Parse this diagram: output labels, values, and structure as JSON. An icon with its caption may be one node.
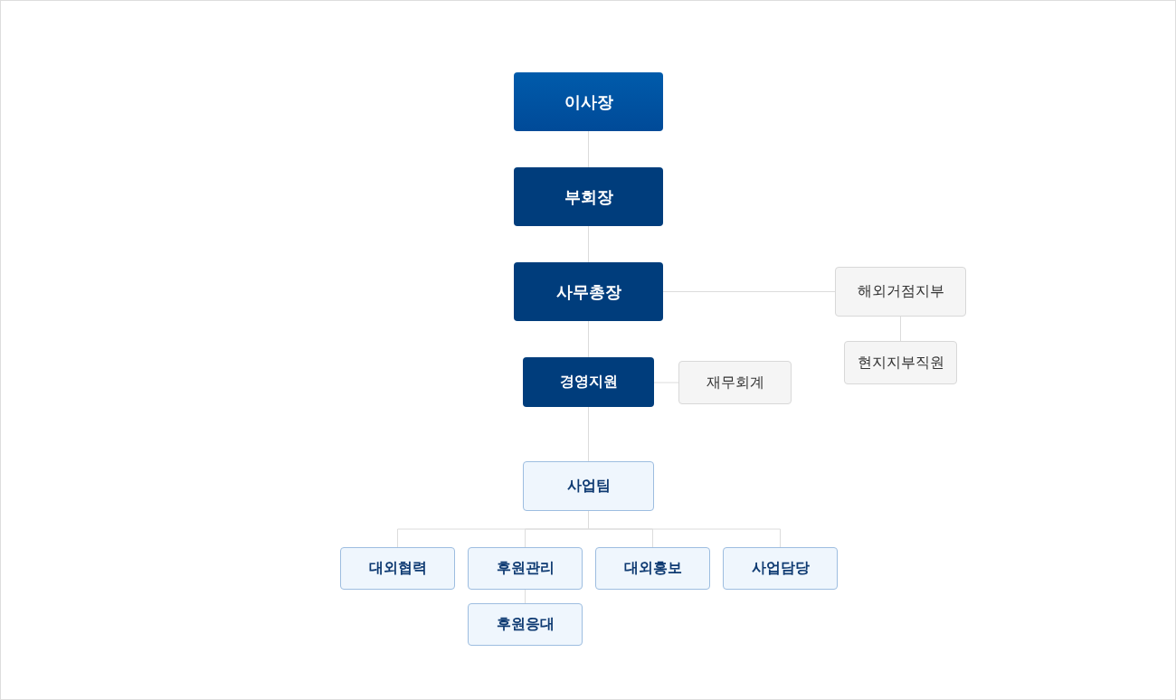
{
  "diagram": {
    "nodes": [
      {
        "text": [
          "이사장"
        ]
      },
      {
        "text": [
          "부회장"
        ]
      },
      {
        "text": [
          "사무총장"
        ]
      },
      {
        "text": [
          "해외거점지부"
        ]
      },
      {
        "text": [
          "현지지부직원"
        ]
      },
      {
        "text": [
          "경영지원"
        ]
      },
      {
        "text": [
          "재무회계"
        ]
      },
      {
        "text": [
          "사업팀"
        ]
      },
      {
        "text": [
          "대외협력"
        ]
      },
      {
        "text": [
          "후원관리"
        ]
      },
      {
        "text": [
          "대외홍보"
        ]
      },
      {
        "text": [
          "사업담당"
        ]
      },
      {
        "text": [
          "후원응대"
        ]
      }
    ],
    "edges": [
      {
        "from": 0,
        "to": 1,
        "arrow": "none"
      },
      {
        "from": 1,
        "to": 2,
        "arrow": "none"
      },
      {
        "from": 2,
        "to": 3,
        "arrow": "none"
      },
      {
        "from": 3,
        "to": 4,
        "arrow": "none"
      },
      {
        "from": 2,
        "to": 5,
        "arrow": "none"
      },
      {
        "from": 5,
        "to": 6,
        "arrow": "none"
      },
      {
        "from": 5,
        "to": 7,
        "arrow": "none"
      },
      {
        "from": 7,
        "to": 8,
        "arrow": "none"
      },
      {
        "from": 7,
        "to": 9,
        "arrow": "none"
      },
      {
        "from": 7,
        "to": 10,
        "arrow": "none"
      },
      {
        "from": 7,
        "to": 11,
        "arrow": "none"
      },
      {
        "from": 9,
        "to": 12,
        "arrow": "none"
      }
    ]
  }
}
